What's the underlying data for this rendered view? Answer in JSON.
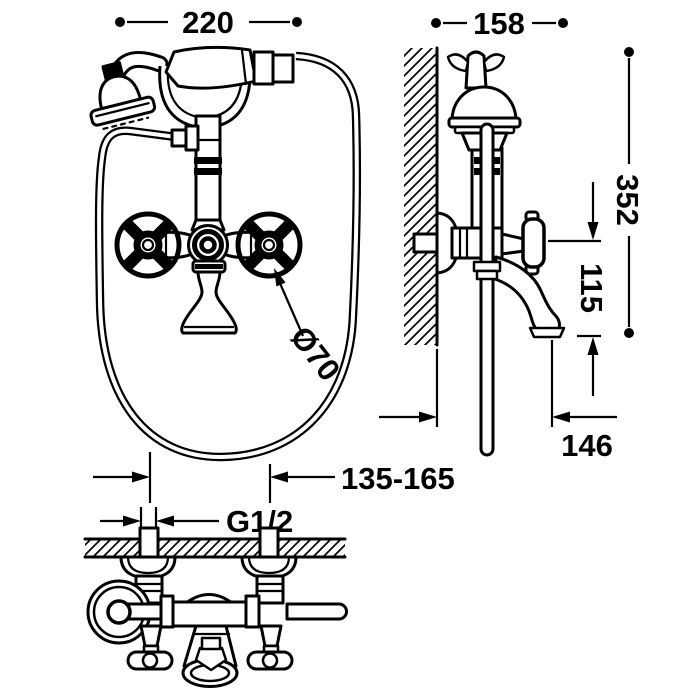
{
  "drawing": {
    "type": "technical-dimension-drawing",
    "product": "wall-mounted bath-shower mixer with handshower",
    "background_color": "#ffffff",
    "line_color": "#000000",
    "views": {
      "front": "front view with handshower cradle and hose loop",
      "side": "side view on wall with hanging hose and spout",
      "plan": "top view of wall connections and body"
    },
    "dimensions": {
      "overall_width": "220",
      "holder_width": "158",
      "overall_height": "352",
      "center_to_outlet": "115",
      "spout_reach": "146",
      "inlet_spacing": "135-165",
      "connection_thread": "G1/2",
      "handle_diameter": "Ø70"
    }
  }
}
